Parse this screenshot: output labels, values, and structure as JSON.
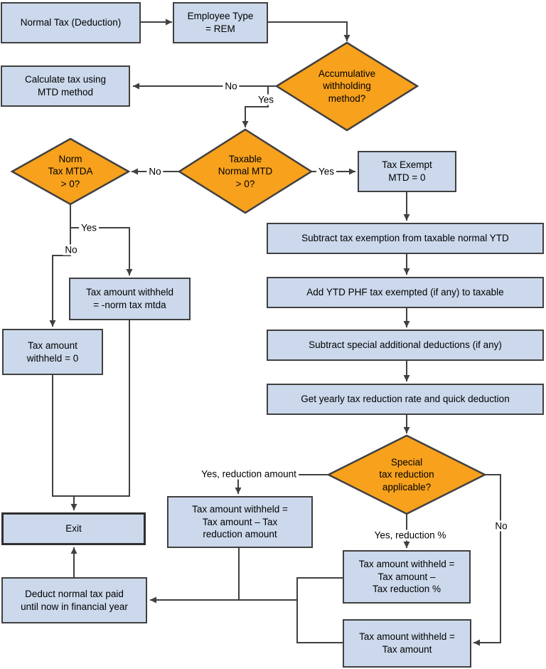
{
  "colors": {
    "box_fill": "#ccd9ec",
    "box_border": "#404040",
    "diamond_fill": "#f7a11d",
    "diamond_border": "#404040",
    "connector": "#404040",
    "text": "#000000",
    "background": "#ffffff"
  },
  "nodes": {
    "normal_tax": "Normal Tax (Deduction)",
    "employee_type": "Employee Type\n= REM",
    "calc_mtd": "Calculate tax using\nMTD method",
    "tax_exempt": "Tax Exempt\nMTD = 0",
    "subtract_exemption": "Subtract tax exemption from taxable normal YTD",
    "add_phf": "Add YTD PHF tax exempted (if any) to taxable",
    "subtract_special": "Subtract special additional deductions (if any)",
    "get_yearly": "Get yearly tax reduction rate and quick deduction",
    "mtda_withheld": "Tax amount withheld\n= -norm tax mtda",
    "zero_withheld": "Tax amount\nwithheld = 0",
    "exit": "Exit",
    "deduct_paid": "Deduct normal tax paid\nuntil now in financial year",
    "reduction_amount": "Tax amount withheld =\nTax amount – Tax\nreduction amount",
    "reduction_pct": "Tax amount withheld =\nTax amount –\nTax reduction %",
    "tax_amount": "Tax amount withheld =\nTax amount"
  },
  "decisions": {
    "accumulative": "Accumulative\nwithholding\nmethod?",
    "taxable_mtd": "Taxable\nNormal MTD\n> 0?",
    "norm_mtda": "Norm\nTax MTDA\n> 0?",
    "special_reduction": "Special\ntax reduction\napplicable?"
  },
  "edge_labels": {
    "acc_no": "No",
    "acc_yes": "Yes",
    "taxable_no": "No",
    "taxable_yes": "Yes",
    "mtda_yes": "Yes",
    "mtda_no": "No",
    "special_yes_amount": "Yes, reduction amount",
    "special_yes_pct": "Yes, reduction %",
    "special_no": "No"
  }
}
